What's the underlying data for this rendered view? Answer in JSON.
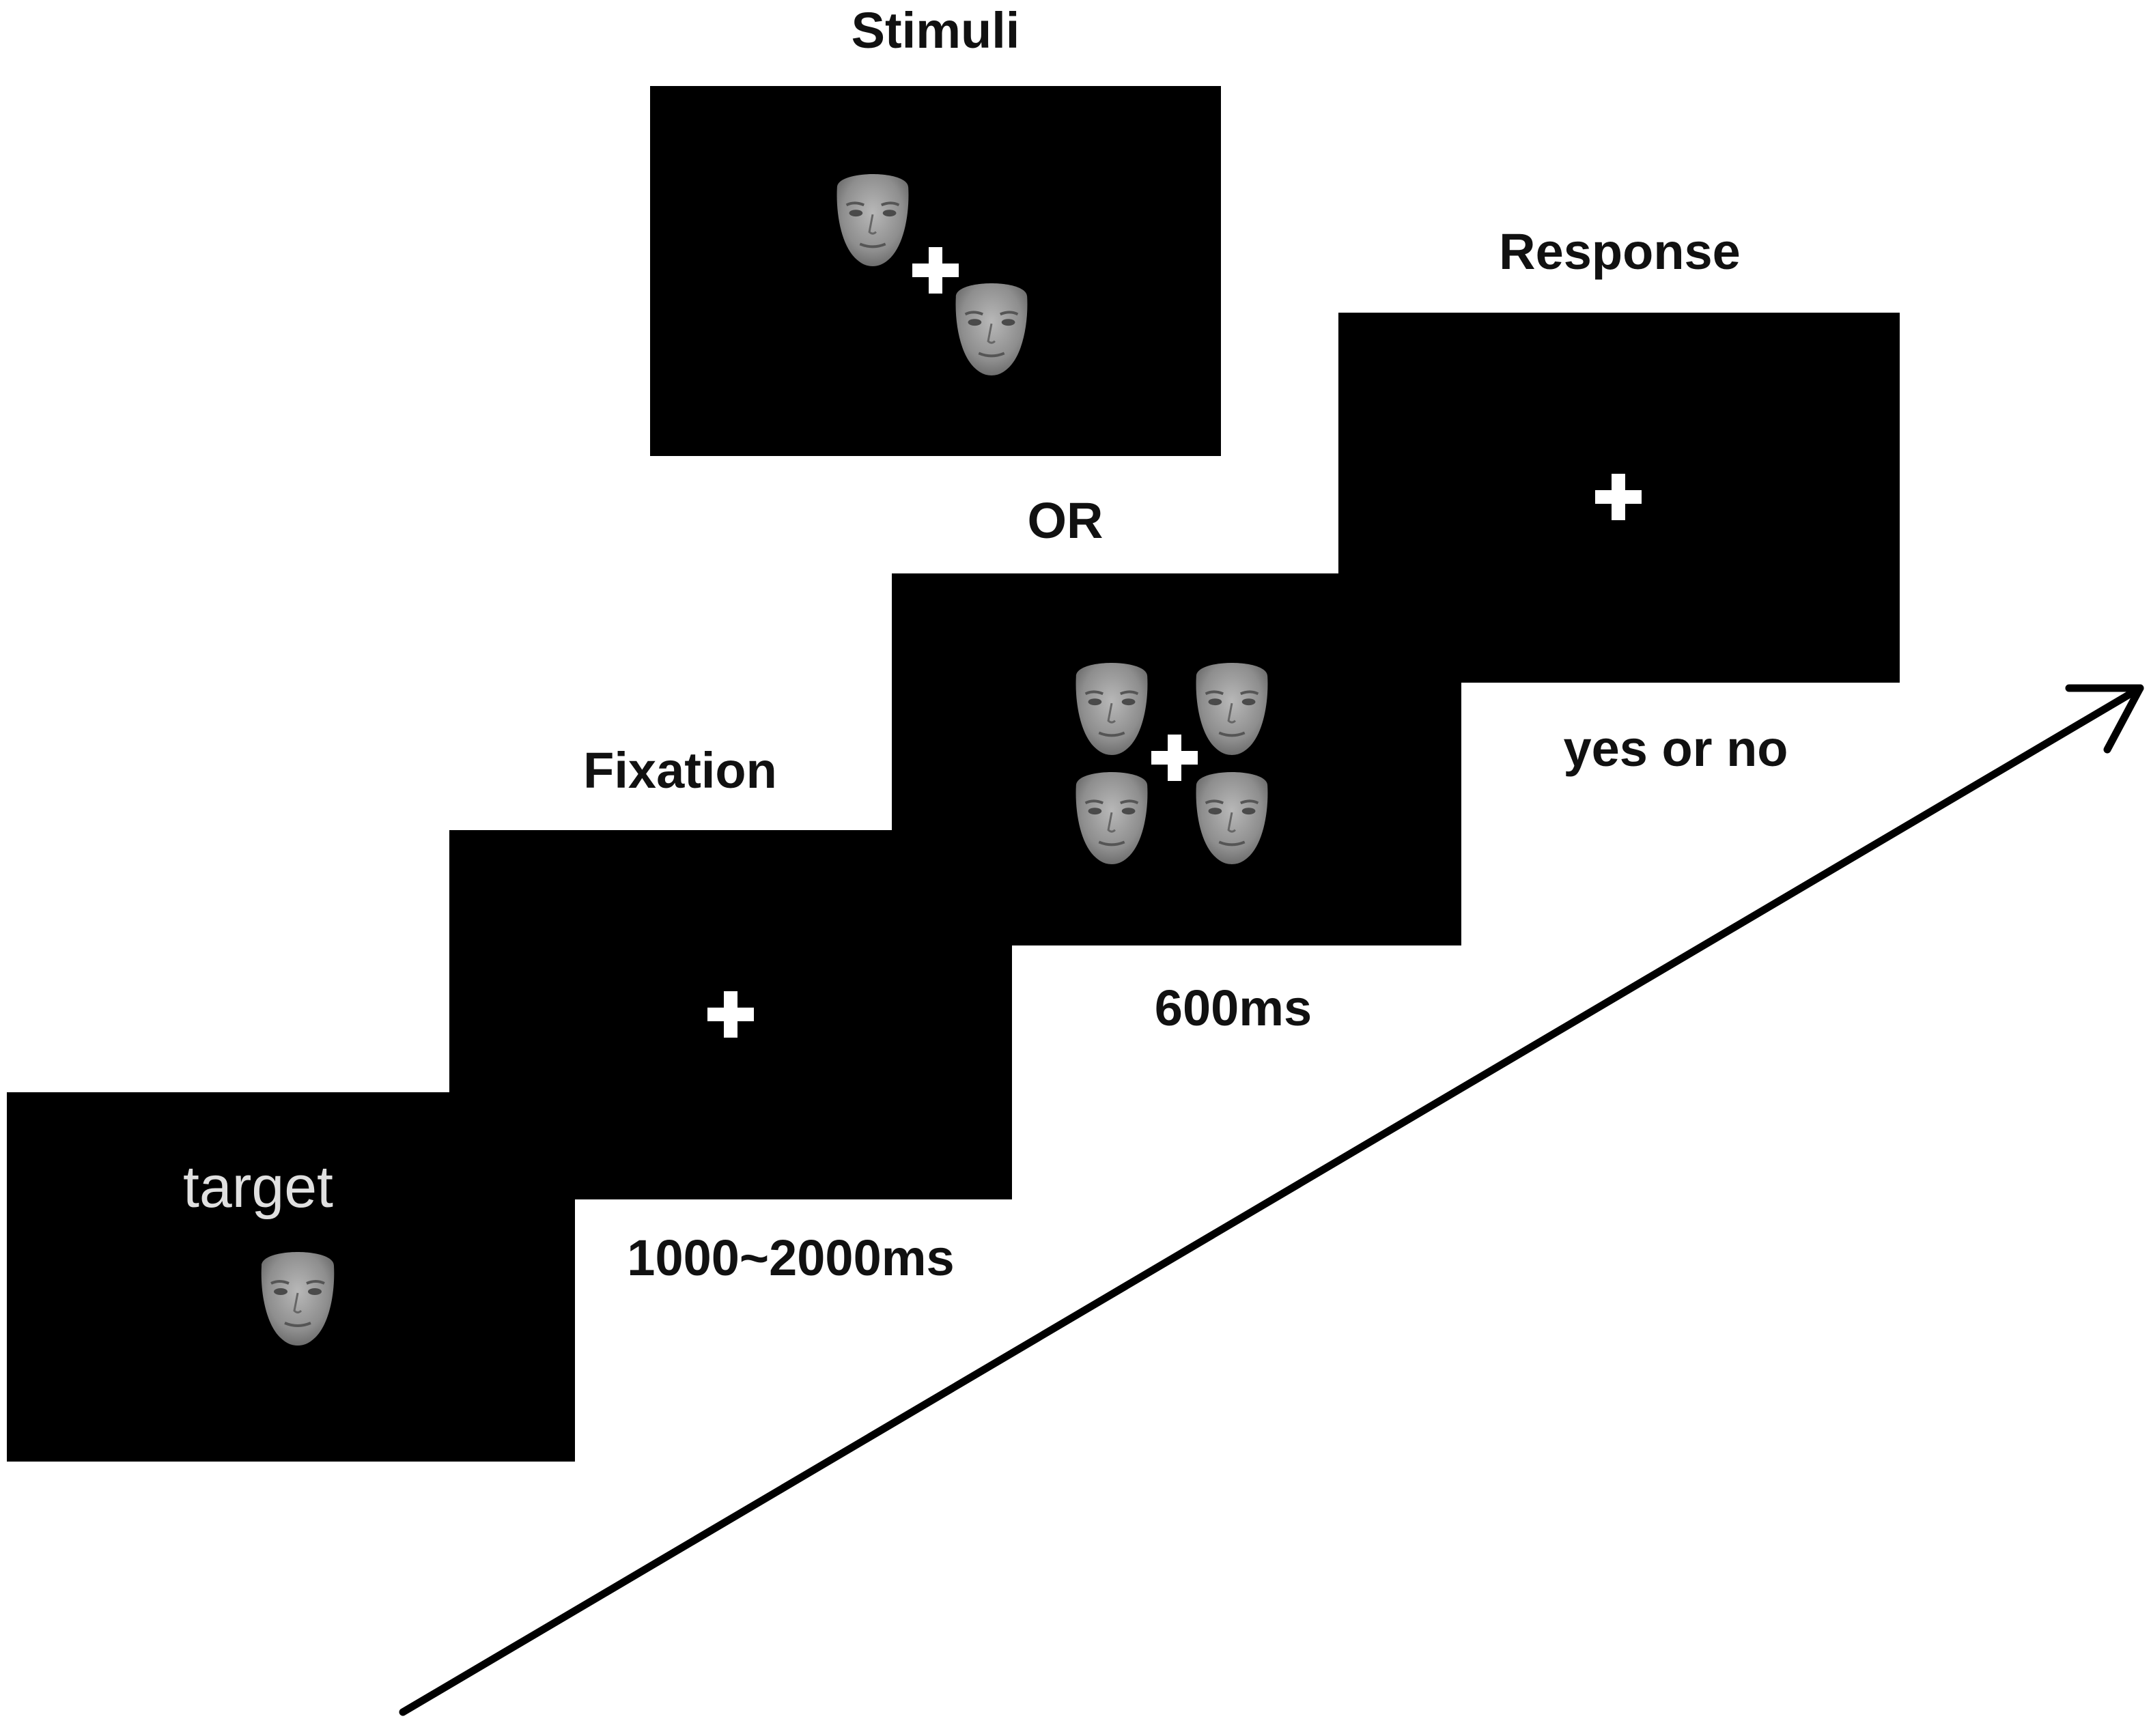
{
  "labels": {
    "stimuli": "Stimuli",
    "response": "Response",
    "or": "OR",
    "fixation": "Fixation",
    "fixation_duration": "1000~2000ms",
    "stimuli_duration": "600ms",
    "response_instruction": "yes or no"
  },
  "screens": {
    "target_text": "target"
  },
  "colors": {
    "screen": "#000000",
    "background": "#ffffff",
    "text": "#111111",
    "face": "#9a9a9a",
    "cross": "#ffffff"
  }
}
